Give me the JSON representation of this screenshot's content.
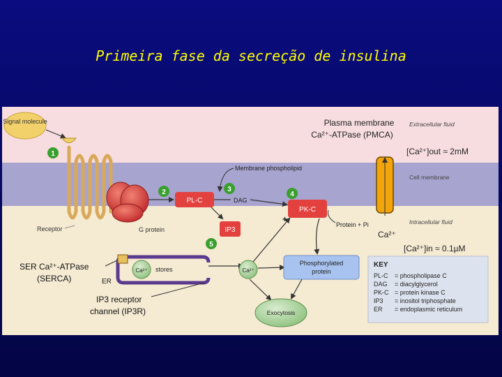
{
  "slide": {
    "title": "Primeira fase da secreção de insulina"
  },
  "diagram": {
    "signal_molecule": "Signal molecule",
    "extracellular_fluid": "Extracellular fluid",
    "cell_membrane": "Cell membrane",
    "intracellular_fluid": "Intracellular fluid",
    "membrane_phospholipid": "Membrane phospholipid",
    "pmca_label": [
      "Plasma membrane",
      "Ca²⁺-ATPase (PMCA)"
    ],
    "ca_out": "[Ca²⁺]out ≈ 2mM",
    "ca_in": "[Ca²⁺]in ≈ 0.1µM",
    "receptor": "Receptor",
    "g_protein": "G protein",
    "plc": "PL-C",
    "dag": "DAG",
    "pkc": "PK-C",
    "ip3": "IP3",
    "protein_pi": "Protein + Pi",
    "ca_ion": "Ca²⁺",
    "stores": "stores",
    "er": "ER",
    "phosphorylated_protein": [
      "Phosphorylated",
      "protein"
    ],
    "exocytosis": "Exocytosis",
    "serca_label": [
      "SER Ca²⁺-ATPase",
      "(SERCA)"
    ],
    "ip3r_label": [
      "IP3 receptor",
      "channel (IP3R)"
    ],
    "steps": [
      "1",
      "2",
      "3",
      "4",
      "5"
    ],
    "plus": "+"
  },
  "key": {
    "title": "KEY",
    "entries": [
      {
        "abbr": "PL-C",
        "def": "= phospholipase C"
      },
      {
        "abbr": "DAG",
        "def": "= diacylglycerol"
      },
      {
        "abbr": "PK-C",
        "def": "= protein kinase C"
      },
      {
        "abbr": "IP3",
        "def": "= inositol triphosphate"
      },
      {
        "abbr": "ER",
        "def": "= endoplasmic reticulum"
      }
    ]
  },
  "colors": {
    "extracellular": "#f7dde0",
    "membrane": "#a7a4cf",
    "intracellular": "#f5ead2",
    "step_badge": "#3a9f2e",
    "box_red": "#e3413e",
    "box_blue": "#a8c3ef",
    "key_bg": "#dde3ee",
    "title": "#ffff00",
    "background": "#0a0c80"
  }
}
